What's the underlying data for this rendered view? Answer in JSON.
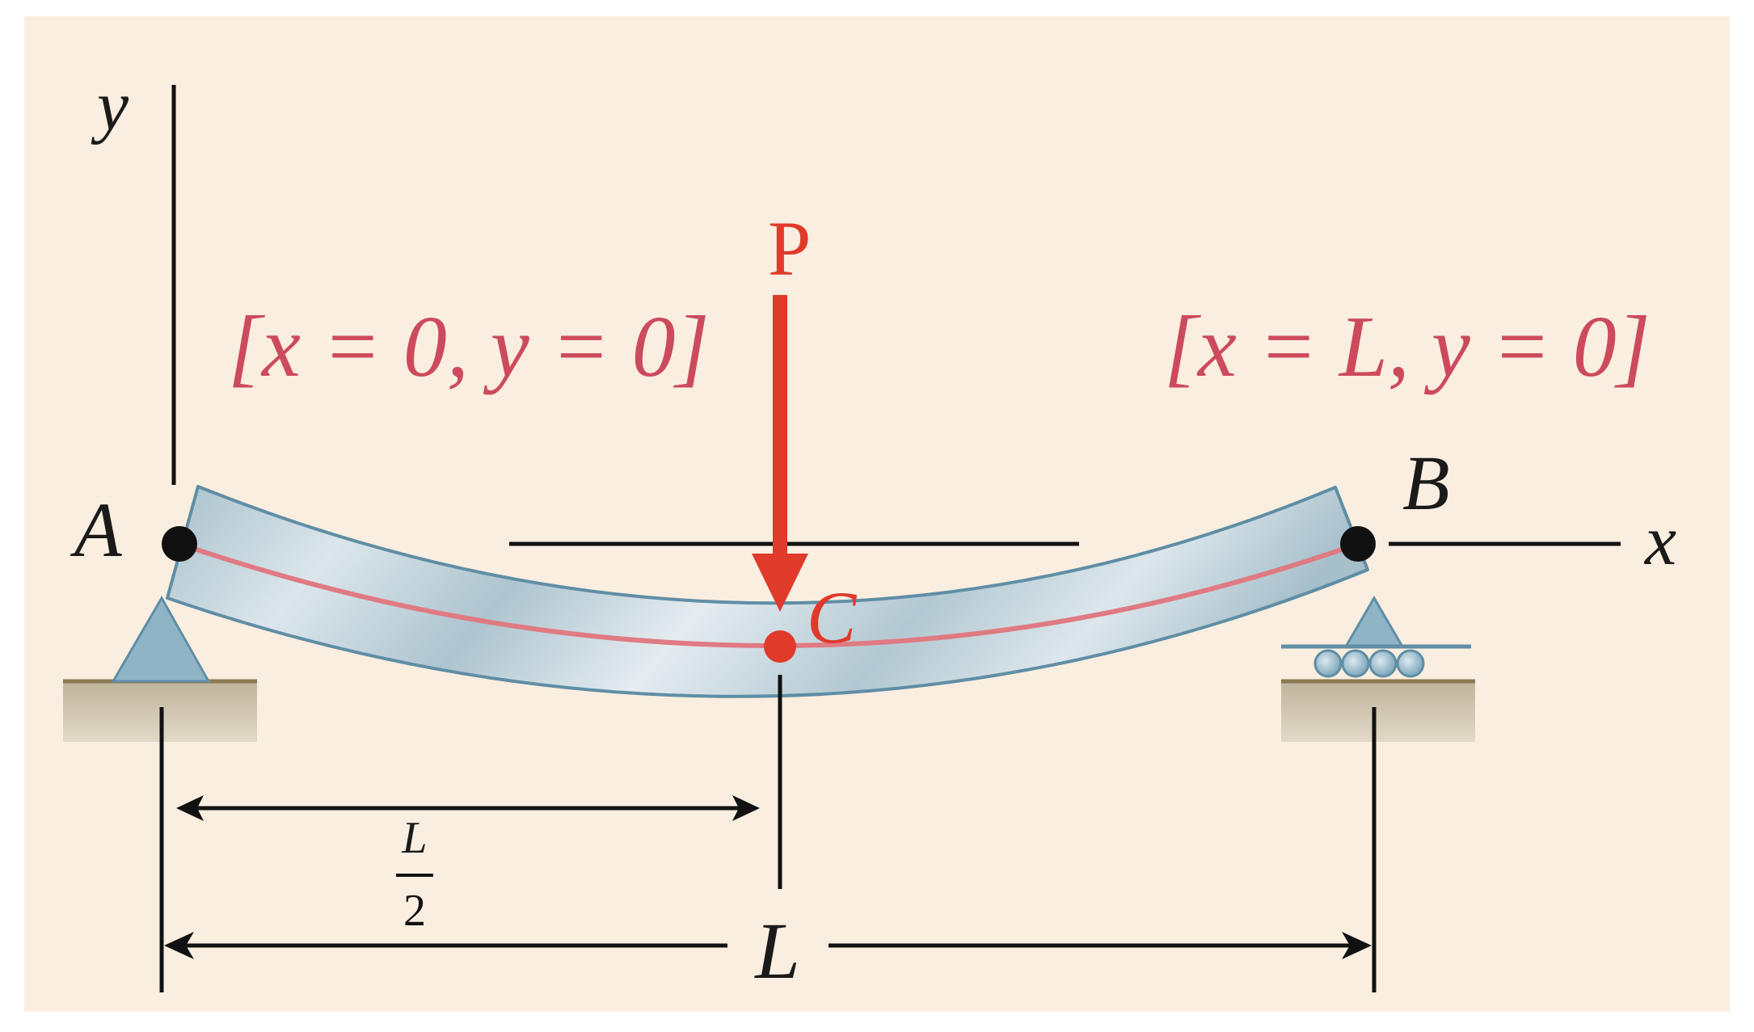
{
  "labels": {
    "y_axis": "y",
    "x_axis": "x",
    "point_a": "A",
    "point_b": "B",
    "point_c": "C",
    "load": "P",
    "half_span_num": "L",
    "half_span_den": "2",
    "span": "L"
  },
  "boundary_conditions": {
    "left": "[x = 0, y = 0]",
    "right": "[x = L, y = 0]"
  },
  "colors": {
    "background": "#faeee0",
    "beam": "#b7cbd5",
    "load": "#e03a2a",
    "elastic_curve": "#e07a82",
    "boundary_text": "#cc4a5c",
    "support": "#8fb4c6",
    "ground": "#c8bda5"
  }
}
